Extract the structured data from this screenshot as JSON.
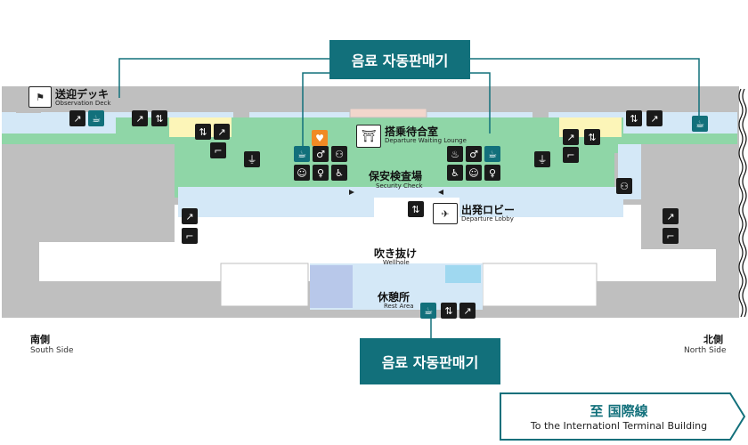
{
  "callouts": {
    "top_vending": "음료 자동판매기",
    "bottom_vending": "음료 자동판매기"
  },
  "areas": {
    "observation_deck": {
      "jp": "送迎デッキ",
      "en": "Observation Deck"
    },
    "departure_waiting": {
      "jp": "搭乗待合室",
      "en": "Departure Waiting Lounge"
    },
    "security_check": {
      "jp": "保安検査場",
      "en": "Security Check"
    },
    "departure_lobby": {
      "jp": "出発ロビー",
      "en": "Departure Lobby"
    },
    "wellhole": {
      "jp": "吹き抜け",
      "en": "Wellhole"
    },
    "rest_area": {
      "jp": "休憩所",
      "en": "Rest Area"
    }
  },
  "sides": {
    "south": {
      "jp": "南側",
      "en": "South Side"
    },
    "north": {
      "jp": "北側",
      "en": "North Side"
    }
  },
  "direction": {
    "jp": "至 国際線",
    "en": "To the Internationl Terminal Building"
  },
  "colors": {
    "callout": "#12707b",
    "corridor_blue": "#d4e8f7",
    "lounge_green": "#8fd6a7",
    "structure_gray": "#bfbfbf",
    "yellow_area": "#fcf5b8",
    "icon_dark": "#1a1a1a",
    "aed_orange": "#f08a24"
  },
  "icons": {
    "vending": "cup-icon",
    "escalator": "escalator-icon",
    "elevator": "elevator-icon",
    "stairs": "stairs-icon",
    "restroom": "restroom-icon",
    "smoking": "smoking-icon",
    "wheelchair": "wheelchair-icon",
    "baby": "baby-icon",
    "aed": "aed-icon",
    "outlet": "outlet-icon",
    "plane": "plane-icon",
    "lounge": "lounge-icon"
  }
}
